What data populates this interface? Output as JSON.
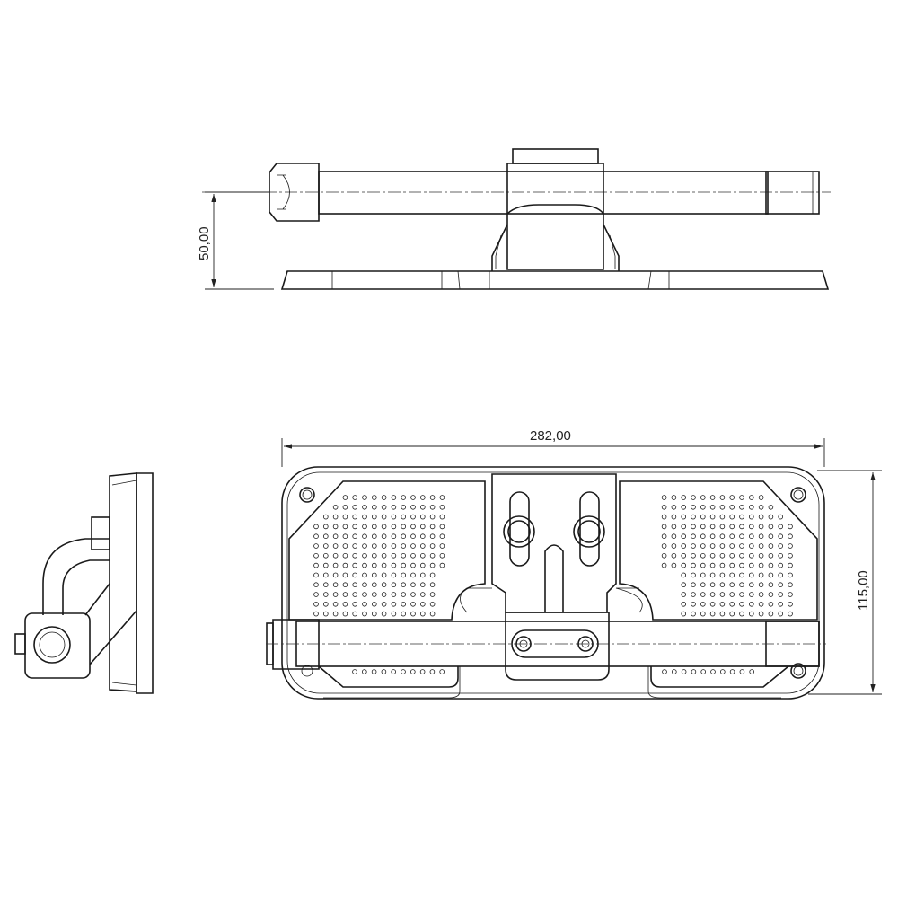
{
  "dimensions": {
    "height_side": "50,00",
    "length": "282,00",
    "width": "115,00"
  },
  "colors": {
    "line": "#1a1a1a",
    "background": "#ffffff"
  }
}
